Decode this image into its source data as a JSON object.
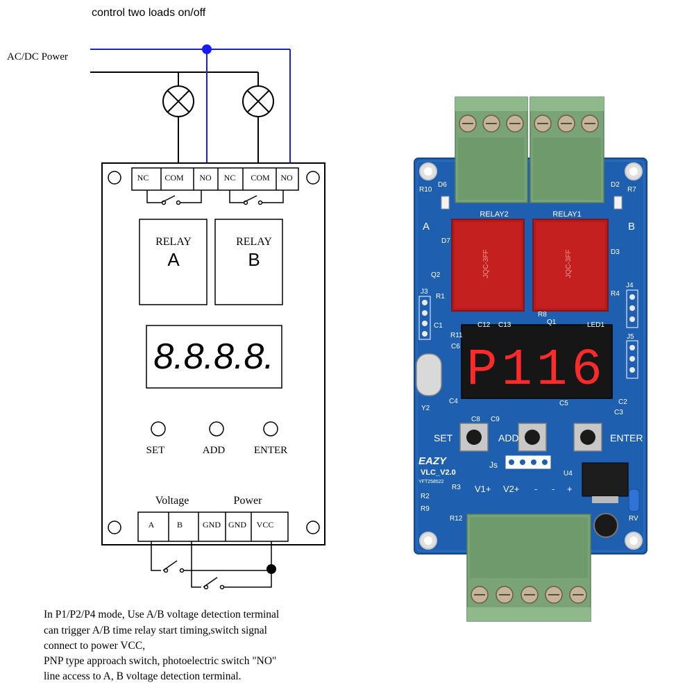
{
  "title": "control two loads  on/off",
  "power_label": "AC/DC Power",
  "relay_terminals": [
    "NC",
    "COM",
    "NO",
    "NC",
    "COM",
    "NO"
  ],
  "relay_a": {
    "label": "RELAY",
    "letter": "A"
  },
  "relay_b": {
    "label": "RELAY",
    "letter": "B"
  },
  "display_text": "8.8.8.8.",
  "buttons": [
    "SET",
    "ADD",
    "ENTER"
  ],
  "input_header": {
    "voltage": "Voltage",
    "power": "Power"
  },
  "input_terminals": [
    "A",
    "B",
    "GND",
    "GND",
    "VCC"
  ],
  "note_lines": [
    "In P1/P2/P4 mode, Use A/B voltage detection terminal",
    "can trigger A/B time relay start timing,switch signal",
    "connect to power VCC,",
    "PNP type approach switch, photoelectric switch \"NO\"",
    "line  access to A, B voltage detection terminal."
  ],
  "board": {
    "display": "P116",
    "relay_labels": [
      "RELAY2",
      "RELAY1"
    ],
    "side_labels": [
      "A",
      "B"
    ],
    "buttons": [
      "SET",
      "ADD",
      "ENTER"
    ],
    "brand": "EAZY",
    "model": "VLC_V2.0",
    "serial": "YFT258522",
    "input_labels": [
      "V1+",
      "V2+",
      "-",
      "-",
      "+"
    ],
    "js_label": "Js",
    "relay_markings": [
      "JQC-3FF",
      "JQC-3FF"
    ],
    "components": [
      "R10",
      "D6",
      "D2",
      "R7",
      "D7",
      "Q2",
      "D3",
      "J3",
      "R1",
      "R4",
      "J4",
      "C1",
      "R8",
      "Q1",
      "LED1",
      "C12",
      "C13",
      "R11",
      "C6",
      "J5",
      "C4",
      "C5",
      "C2",
      "C3",
      "Y2",
      "C8",
      "C9",
      "U4",
      "R2",
      "R3",
      "R9",
      "R12",
      "RV"
    ]
  },
  "colors": {
    "wire_blue": "#1a1aff",
    "pcb_blue": "#1f5fb0",
    "terminal_green": "#7aa377",
    "segment_red": "#ff2a2a"
  }
}
